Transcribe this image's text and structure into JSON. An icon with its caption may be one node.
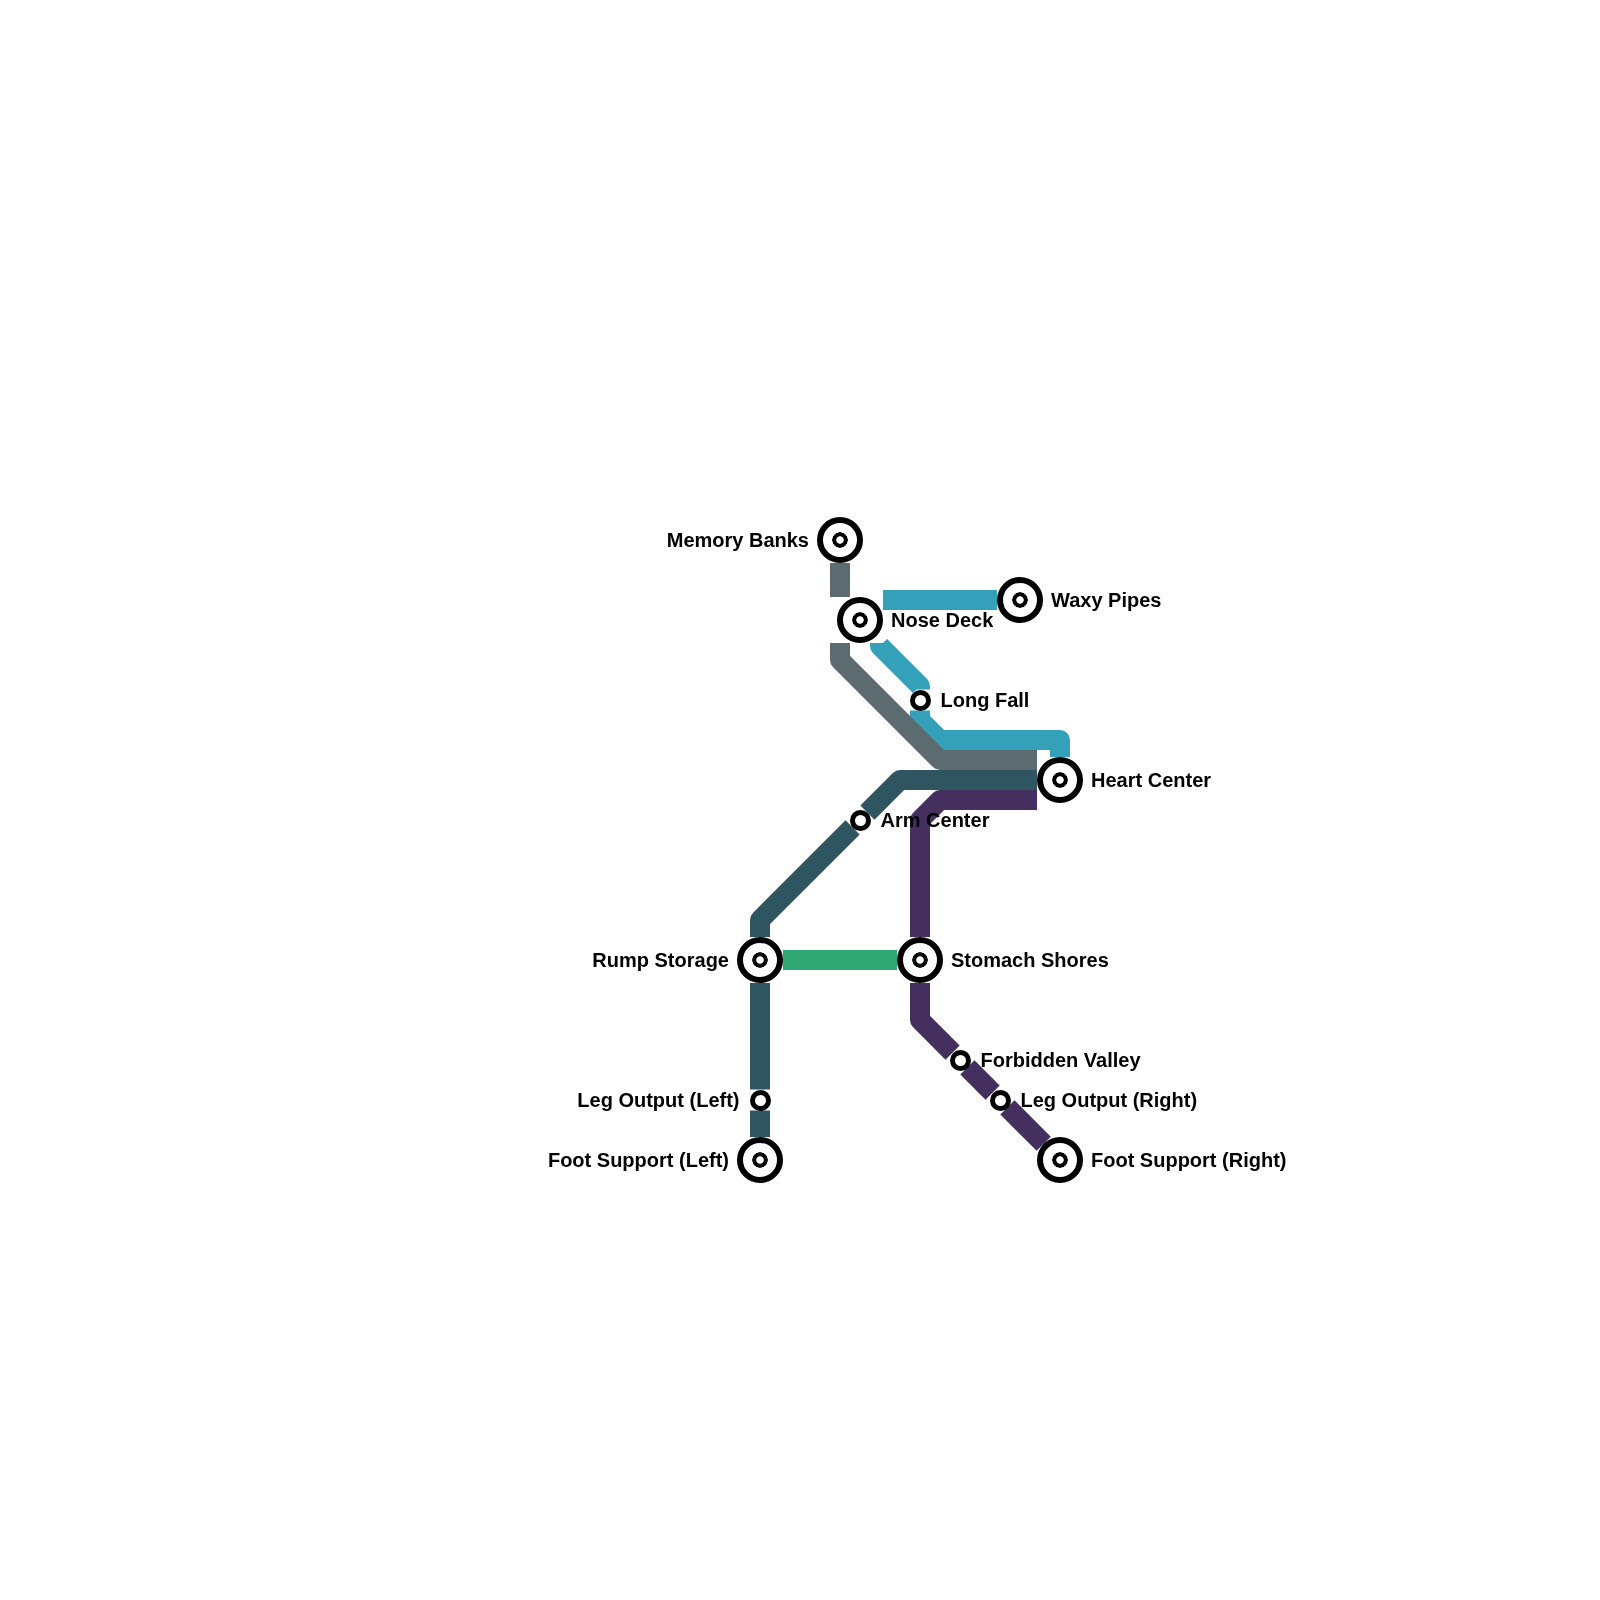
{
  "diagram": {
    "nodes": [
      {
        "text": [
          "Memory Banks"
        ]
      },
      {
        "text": [
          "Waxy Pipes"
        ]
      },
      {
        "text": [
          "Nose Deck"
        ]
      },
      {
        "text": [
          "Long Fall"
        ]
      },
      {
        "text": [
          "Heart Center"
        ]
      },
      {
        "text": [
          "Arm Center"
        ]
      },
      {
        "text": [
          "Rump Storage"
        ]
      },
      {
        "text": [
          "Stomach Shores"
        ]
      },
      {
        "text": [
          "Forbidden Valley"
        ]
      },
      {
        "text": [
          "Leg Output (Left)"
        ]
      },
      {
        "text": [
          "Leg Output (Right)"
        ]
      },
      {
        "text": [
          "Foot Support (Left)"
        ]
      },
      {
        "text": [
          "Foot Support (Right)"
        ]
      }
    ],
    "edges": [
      {
        "from": 2,
        "to": 1,
        "arrow": "none",
        "color": "#35a0ba"
      },
      {
        "from": 2,
        "to": 3,
        "arrow": "none",
        "color": "#35a0ba"
      },
      {
        "from": 3,
        "to": 4,
        "arrow": "none",
        "color": "#35a0ba"
      },
      {
        "from": 0,
        "to": 2,
        "arrow": "none",
        "color": "#5b6b6f"
      },
      {
        "from": 2,
        "to": 4,
        "arrow": "none",
        "color": "#5b6b6f"
      },
      {
        "from": 4,
        "to": 5,
        "arrow": "none",
        "color": "#2e5560"
      },
      {
        "from": 5,
        "to": 6,
        "arrow": "none",
        "color": "#2e5560"
      },
      {
        "from": 6,
        "to": 9,
        "arrow": "none",
        "color": "#2e5560"
      },
      {
        "from": 9,
        "to": 11,
        "arrow": "none",
        "color": "#2e5560"
      },
      {
        "from": 4,
        "to": 7,
        "arrow": "none",
        "color": "#452f5f"
      },
      {
        "from": 7,
        "to": 8,
        "arrow": "none",
        "color": "#452f5f"
      },
      {
        "from": 8,
        "to": 10,
        "arrow": "none",
        "color": "#452f5f"
      },
      {
        "from": 10,
        "to": 12,
        "arrow": "none",
        "color": "#452f5f"
      },
      {
        "from": 6,
        "to": 7,
        "arrow": "none",
        "color": "#2ea874"
      }
    ]
  }
}
